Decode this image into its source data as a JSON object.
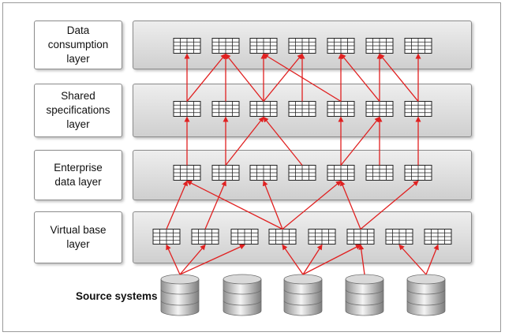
{
  "layers": [
    {
      "id": "consumption",
      "label": "Data\nconsumption\nlayer",
      "tables": 7
    },
    {
      "id": "shared",
      "label": "Shared\nspecifications\nlayer",
      "tables": 7
    },
    {
      "id": "enterprise",
      "label": "Enterprise\ndata layer",
      "tables": 7
    },
    {
      "id": "virtual",
      "label": "Virtual base\nlayer",
      "tables": 8
    }
  ],
  "source_systems": {
    "label": "Source systems",
    "count": 5
  },
  "colors": {
    "arrow": "#e02020",
    "band_top": "#eeeeee",
    "band_bottom": "#cfcfcf",
    "table_grid": "#222222"
  },
  "icons": {
    "table": "table-icon",
    "database": "database-icon",
    "arrow": "arrow-icon"
  },
  "links": {
    "source_to_virtual": [
      [
        0,
        0
      ],
      [
        0,
        1
      ],
      [
        0,
        2
      ],
      [
        2,
        3
      ],
      [
        2,
        4
      ],
      [
        2,
        5
      ],
      [
        3,
        5
      ],
      [
        4,
        6
      ],
      [
        4,
        7
      ]
    ],
    "virtual_to_enterprise": [
      [
        0,
        0
      ],
      [
        1,
        1
      ],
      [
        3,
        0
      ],
      [
        3,
        2
      ],
      [
        3,
        4
      ],
      [
        5,
        4
      ],
      [
        5,
        6
      ]
    ],
    "enterprise_to_shared": [
      [
        0,
        0
      ],
      [
        1,
        1
      ],
      [
        1,
        2
      ],
      [
        3,
        2
      ],
      [
        4,
        4
      ],
      [
        4,
        5
      ],
      [
        5,
        5
      ],
      [
        6,
        6
      ]
    ],
    "shared_to_consumption": [
      [
        0,
        0
      ],
      [
        0,
        1
      ],
      [
        1,
        1
      ],
      [
        2,
        1
      ],
      [
        2,
        2
      ],
      [
        2,
        3
      ],
      [
        3,
        3
      ],
      [
        4,
        4
      ],
      [
        5,
        4
      ],
      [
        5,
        5
      ],
      [
        6,
        6
      ],
      [
        4,
        2
      ],
      [
        6,
        5
      ]
    ]
  }
}
